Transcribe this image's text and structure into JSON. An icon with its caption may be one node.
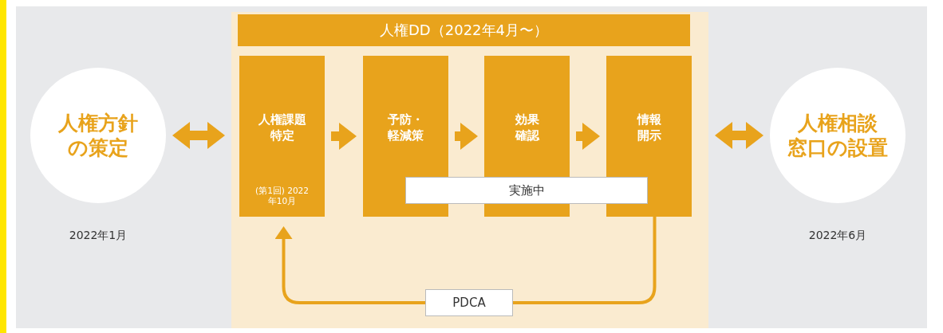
{
  "diagram": {
    "nodes": [
      {
        "text": [
          "人権方針の策定"
        ],
        "beside": [
          "2022年1月"
        ]
      },
      {
        "text": [
          "人権DD（2022年4月〜）"
        ]
      },
      {
        "text": [
          "人権課題特定",
          "(第1回) 2022年10月"
        ],
        "in": 1
      },
      {
        "text": [
          "予防・軽減策"
        ],
        "in": 1
      },
      {
        "text": [
          "効果確認"
        ],
        "in": 1
      },
      {
        "text": [
          "情報開示"
        ],
        "in": 1
      },
      {
        "text": [
          "実施中"
        ],
        "in": 1
      },
      {
        "text": [
          "人権相談窓口の設置"
        ],
        "beside": [
          "2022年6月"
        ]
      }
    ],
    "edges": [
      {
        "from": 0,
        "to": 1,
        "arrow": "both"
      },
      {
        "from": 2,
        "to": 3,
        "arrow": "to"
      },
      {
        "from": 3,
        "to": 4,
        "arrow": "to"
      },
      {
        "from": 4,
        "to": 5,
        "arrow": "to"
      },
      {
        "from": 5,
        "to": 2,
        "arrow": "to",
        "label": "PDCA"
      },
      {
        "from": 1,
        "to": 7,
        "arrow": "both"
      }
    ]
  }
}
